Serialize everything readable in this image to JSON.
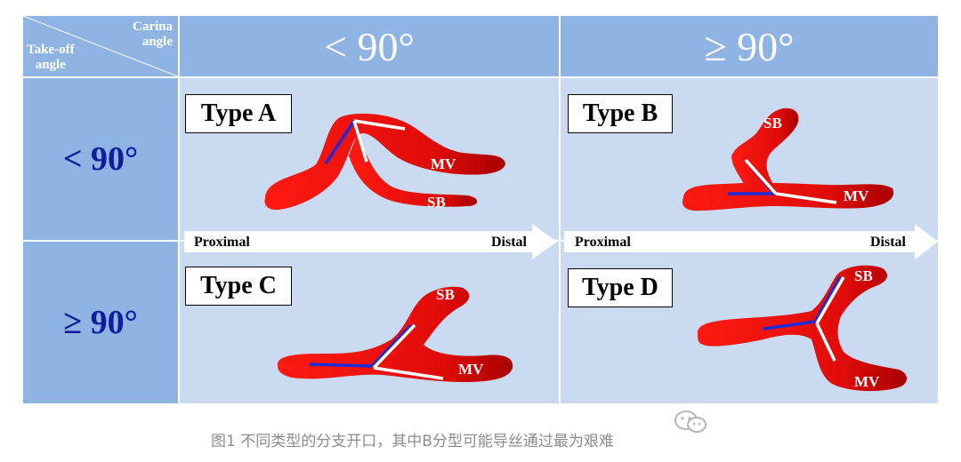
{
  "header": {
    "corner_top": "Carina",
    "corner_top2": "angle",
    "corner_bottom": "Take-off",
    "corner_bottom2": "angle",
    "col1": "< 90°",
    "col2": "≥ 90°"
  },
  "rows": {
    "row1": "< 90°",
    "row2": "≥ 90°"
  },
  "types": {
    "a": "Type A",
    "b": "Type B",
    "c": "Type C",
    "d": "Type D"
  },
  "labels": {
    "mv": "MV",
    "sb": "SB"
  },
  "arrow": {
    "proximal": "Proximal",
    "distal": "Distal"
  },
  "caption": "图1 不同类型的分支开口，其中B分型可能导丝通过最为艰难",
  "colors": {
    "header_bg": "#8fb3e3",
    "cell_bg": "#c9daf1",
    "vessel_red": "#e8110e",
    "vessel_dark": "#b80000",
    "row_text": "#0f1e9e",
    "guide_blue": "#1f2bd6"
  }
}
